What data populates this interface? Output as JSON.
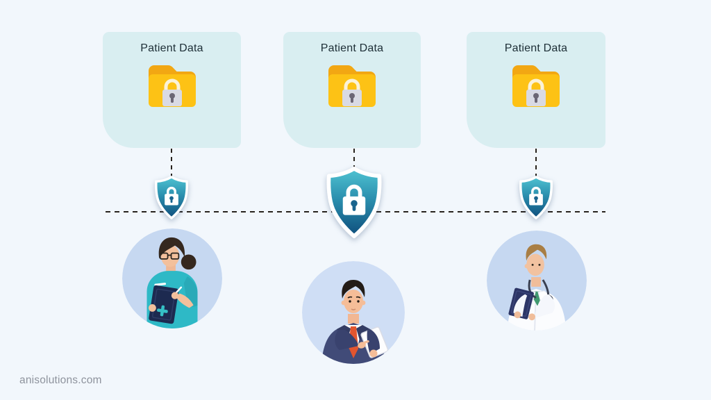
{
  "page": {
    "watermark": "anisolutions.com",
    "background_color": "#f2f7fc",
    "description": "Patient data security illustration: three locked patient-data folders connected by dashed lines through lock shields to three healthcare/business users"
  },
  "cards": [
    {
      "label": "Patient Data",
      "icon": "locked-folder-icon"
    },
    {
      "label": "Patient Data",
      "icon": "locked-folder-icon"
    },
    {
      "label": "Patient Data",
      "icon": "locked-folder-icon"
    }
  ],
  "shields": [
    {
      "icon": "shield-lock-icon",
      "size": "small"
    },
    {
      "icon": "shield-lock-icon",
      "size": "large"
    },
    {
      "icon": "shield-lock-icon",
      "size": "small"
    }
  ],
  "people": [
    {
      "description": "nurse in teal scrubs writing on a clipboard"
    },
    {
      "description": "businessman in navy suit with red tie using a tablet"
    },
    {
      "description": "doctor in white coat with stethoscope holding a clipboard"
    }
  ],
  "colors": {
    "card_background": "#d9eef1",
    "folder_front": "#fdc215",
    "folder_back": "#f2a713",
    "folder_lock_body": "#d9dae4",
    "shield_gradient_top": "#4fc3d2",
    "shield_gradient_bottom": "#0f4e7c",
    "avatar_background_side": "#c6d8f1",
    "avatar_background_center": "#cfdef5",
    "dash_color": "#27221d",
    "label_color": "#1d2e36",
    "watermark_color": "#8e939d"
  }
}
